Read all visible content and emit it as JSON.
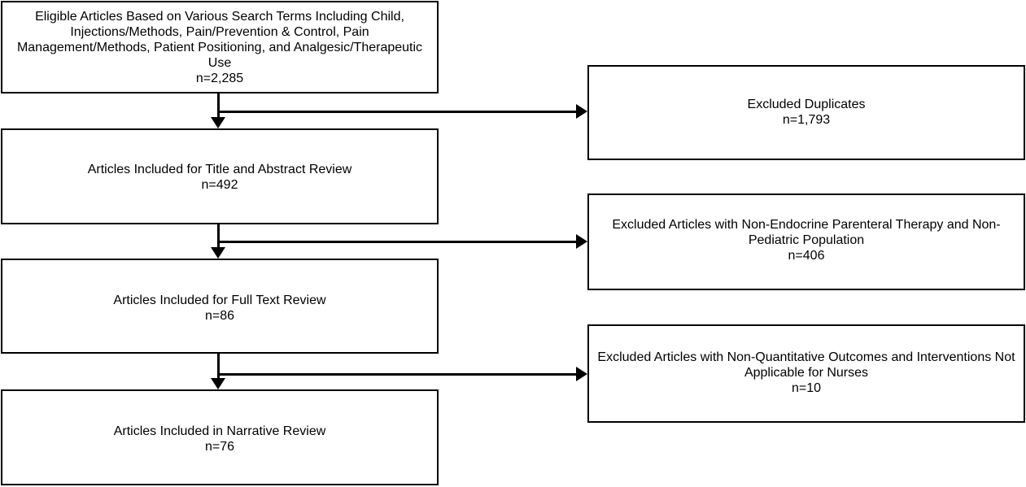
{
  "diagram": {
    "type": "prisma-flow-diagram",
    "accent_color": "#000000",
    "background_color": "#ffffff",
    "border_color": "#000000"
  },
  "main_nodes": [
    {
      "id": "eligible-articles",
      "label": "Eligible Articles Based on Various Search Terms Including Child, Injections/Methods, Pain/Prevention & Control, Pain Management/Methods, Patient Positioning, and Analgesic/Therapeutic Use",
      "count_label": "n=2,285",
      "text": "Eligible Articles Based on Various Search Terms Including Child, Injections/Methods, Pain/Prevention & Control, Pain Management/Methods, Patient Positioning, and Analgesic/Therapeutic Use\nn=2,285"
    },
    {
      "id": "title-abstract-review",
      "label": "Articles Included for Title and Abstract Review",
      "count_label": "n=492",
      "text": "Articles Included for Title and Abstract Review\nn=492"
    },
    {
      "id": "full-text-review",
      "label": "Articles Included for Full Text Review",
      "count_label": "n=86",
      "text": "Articles Included for Full Text Review\nn=86"
    },
    {
      "id": "narrative-review",
      "label": "Articles Included in Narrative Review",
      "count_label": "n=76",
      "text": "Articles Included in Narrative Review\nn=76"
    }
  ],
  "exclusion_nodes": [
    {
      "id": "excluded-duplicates",
      "label": "Excluded Duplicates",
      "count_label": "n=1,793",
      "text": "Excluded Duplicates\nn=1,793"
    },
    {
      "id": "excluded-non-endocrine",
      "label": "Excluded Articles with Non-Endocrine Parenteral Therapy and Non-Pediatric Population",
      "count_label": "n=406",
      "text": "Excluded Articles with Non-Endocrine Parenteral Therapy and Non-Pediatric Population\nn=406"
    },
    {
      "id": "excluded-non-quantitative",
      "label": "Excluded Articles with Non-Quantitative Outcomes and Interventions Not Applicable for Nurses",
      "count_label": "n=10",
      "text": "Excluded Articles with Non-Quantitative Outcomes and Interventions Not Applicable for Nurses\nn=10"
    }
  ]
}
